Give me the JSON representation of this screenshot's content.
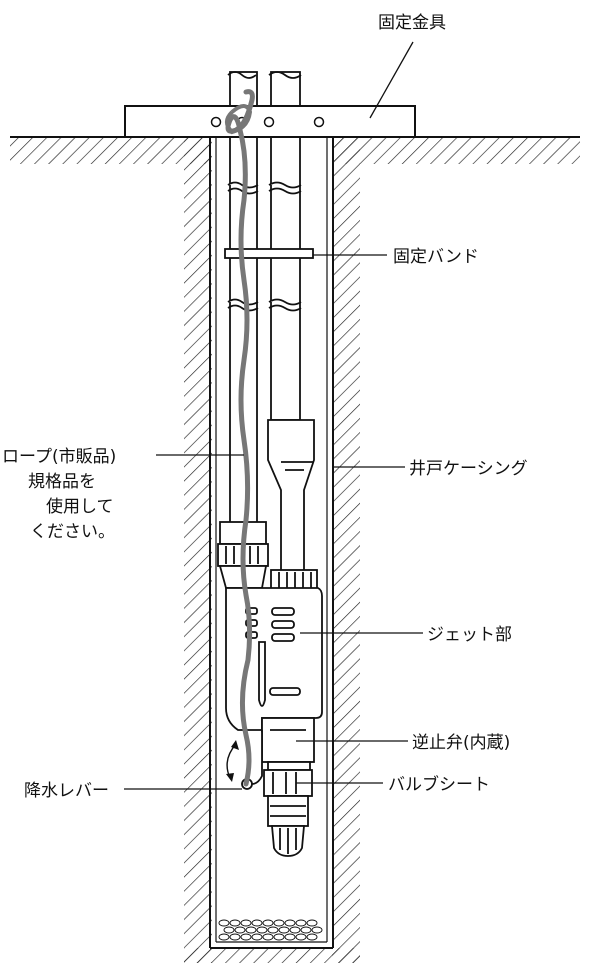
{
  "labels": {
    "fixing_bracket": "固定金具",
    "fixing_band": "固定バンド",
    "rope_line1": "ロープ(市販品)",
    "rope_line2": "規格品を",
    "rope_line3": "使用して",
    "rope_line4": "ください。",
    "well_casing": "井戸ケーシング",
    "jet_section": "ジェット部",
    "check_valve": "逆止弁(内蔵)",
    "drain_lever": "降水レバー",
    "valve_seat": "バルブシート"
  }
}
